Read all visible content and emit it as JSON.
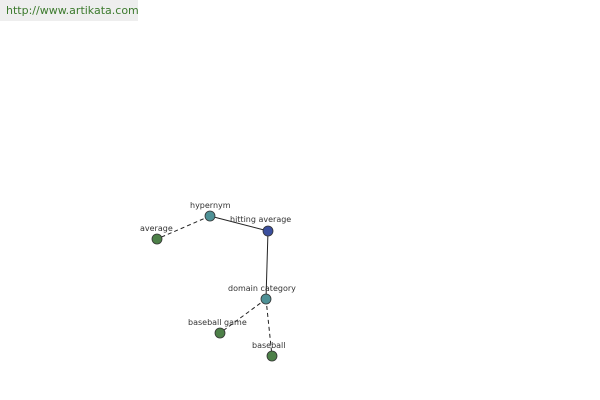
{
  "header": {
    "url_text": "http://www.artikata.com"
  },
  "graph": {
    "colors": {
      "center_node": "#3b4f9e",
      "relation_node": "#4e9196",
      "term_node": "#4d8048"
    },
    "nodes": {
      "center": {
        "label": "hitting average",
        "icon": "center-node-circle"
      },
      "hypernym": {
        "label": "hypernym",
        "icon": "relation-node-circle"
      },
      "domain_category": {
        "label": "domain category",
        "icon": "relation-node-circle"
      },
      "average": {
        "label": "average",
        "icon": "term-node-circle"
      },
      "baseball_game": {
        "label": "baseball game",
        "icon": "term-node-circle"
      },
      "baseball": {
        "label": "baseball",
        "icon": "term-node-circle"
      }
    }
  }
}
